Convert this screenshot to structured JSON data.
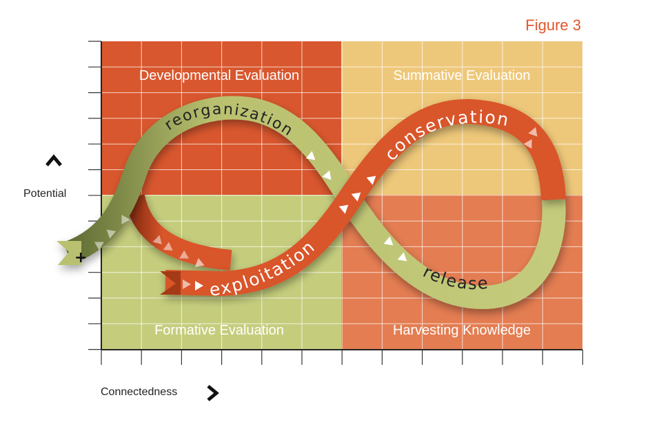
{
  "figure": {
    "title": "Figure 3"
  },
  "axes": {
    "y_label": "Potential",
    "x_label": "Connectedness",
    "y_arrow_icon": "chevron-up-icon",
    "x_arrow_icon": "chevron-right-icon"
  },
  "quadrants": {
    "top_left": {
      "label": "Developmental Evaluation",
      "color": "#d9572e"
    },
    "top_right": {
      "label": "Summative Evaluation",
      "color": "#eec87a"
    },
    "bottom_left": {
      "label": "Formative Evaluation",
      "color": "#c5cd7d"
    },
    "bottom_right": {
      "label": "Harvesting Knowledge",
      "color": "#e47d52"
    }
  },
  "cycle": {
    "phases": [
      "reorganization",
      "conservation",
      "exploitation",
      "release"
    ],
    "entry_symbol": "+",
    "green_color": "#b9c16f",
    "green_dark": "#5e6b33",
    "red_color": "#d9552b",
    "red_dark": "#8a2e12"
  }
}
